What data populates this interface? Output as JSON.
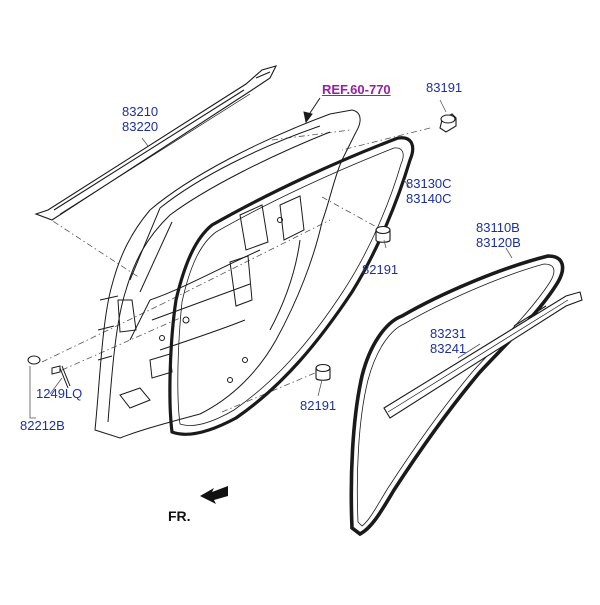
{
  "diagram": {
    "reference": "REF.60-770",
    "direction": "FR.",
    "colors": {
      "part_number": "#1c2fa0",
      "reference": "#9a1fa8",
      "line": "#1a1a1a",
      "leader": "#555555"
    },
    "parts": [
      {
        "id": "p83210",
        "lines": [
          "83210",
          "83220"
        ]
      },
      {
        "id": "p83191",
        "lines": [
          "83191"
        ]
      },
      {
        "id": "p83130",
        "lines": [
          "83130C",
          "83140C"
        ]
      },
      {
        "id": "p82191a",
        "lines": [
          "82191"
        ]
      },
      {
        "id": "p83110",
        "lines": [
          "83110B",
          "83120B"
        ]
      },
      {
        "id": "p83231",
        "lines": [
          "83231",
          "83241"
        ]
      },
      {
        "id": "p1249",
        "lines": [
          "1249LQ"
        ]
      },
      {
        "id": "p82212",
        "lines": [
          "82212B"
        ]
      },
      {
        "id": "p82191b",
        "lines": [
          "82191"
        ]
      }
    ]
  }
}
